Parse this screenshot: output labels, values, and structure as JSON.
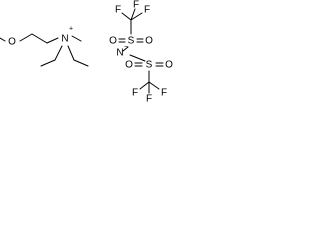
{
  "cation": {
    "oxygen": "O",
    "nitrogen": "N",
    "charge": "+"
  },
  "anion": {
    "f1": "F",
    "f2": "F",
    "f3": "F",
    "s1": "S",
    "o1": "O",
    "o2": "O",
    "n": "N",
    "charge": "−",
    "s2": "S",
    "o3": "O",
    "o4": "O",
    "f4": "F",
    "f5": "F",
    "f6": "F"
  }
}
